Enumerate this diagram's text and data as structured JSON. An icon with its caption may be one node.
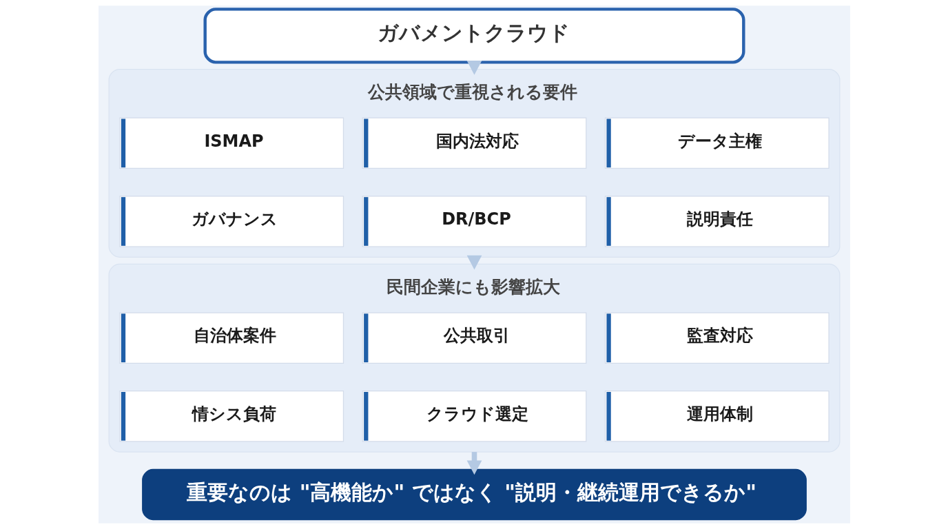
{
  "diagram": {
    "nodes": [
      {
        "text": [
          "ガバメントクラウド"
        ]
      },
      {
        "text": [
          "公共領域で重視される要件"
        ]
      },
      {
        "text": [
          "ISMAP"
        ],
        "in": 1
      },
      {
        "text": [
          "国内法対応"
        ],
        "in": 1
      },
      {
        "text": [
          "データ主権"
        ],
        "in": 1
      },
      {
        "text": [
          "ガバナンス"
        ],
        "in": 1
      },
      {
        "text": [
          "DR/BCP"
        ],
        "in": 1
      },
      {
        "text": [
          "説明責任"
        ],
        "in": 1
      },
      {
        "text": [
          "民間企業にも影響拡大"
        ]
      },
      {
        "text": [
          "自治体案件"
        ],
        "in": 8
      },
      {
        "text": [
          "公共取引"
        ],
        "in": 8
      },
      {
        "text": [
          "監査対応"
        ],
        "in": 8
      },
      {
        "text": [
          "情シス負荷"
        ],
        "in": 8
      },
      {
        "text": [
          "クラウド選定"
        ],
        "in": 8
      },
      {
        "text": [
          "運用体制"
        ],
        "in": 8
      },
      {
        "text": [
          "重要なのは \"高機能か\" ではなく \"説明・継続運用できるか\""
        ]
      }
    ],
    "edges": [
      {
        "from": 0,
        "to": 1,
        "arrow": "to"
      },
      {
        "from": 1,
        "to": 8,
        "arrow": "to"
      },
      {
        "from": 8,
        "to": 15,
        "arrow": "to"
      }
    ]
  }
}
